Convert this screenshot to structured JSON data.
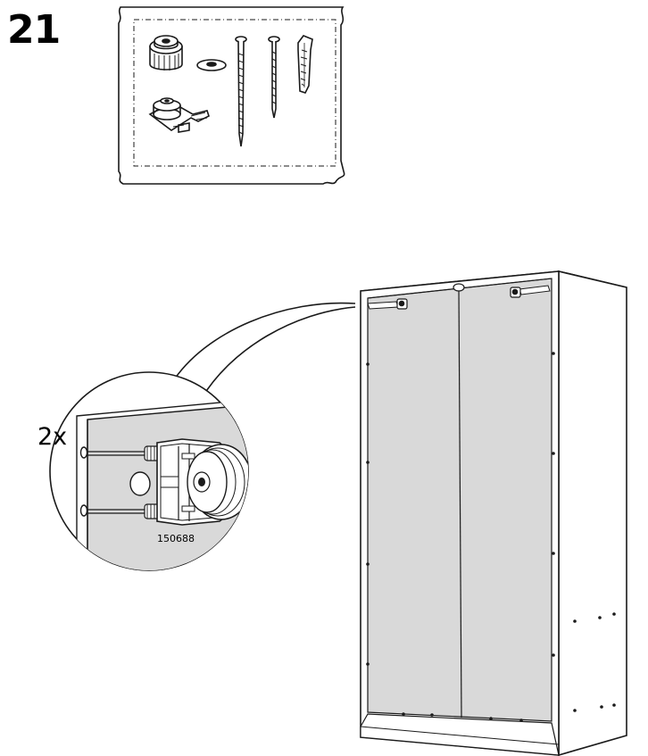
{
  "step": {
    "number": "21"
  },
  "detail": {
    "quantity": "2x",
    "part_number": "150688"
  },
  "colors": {
    "line": "#1a1a1a",
    "panel": "#d9d9d9",
    "panel_light": "#e4e4e4",
    "paper": "#ffffff"
  }
}
